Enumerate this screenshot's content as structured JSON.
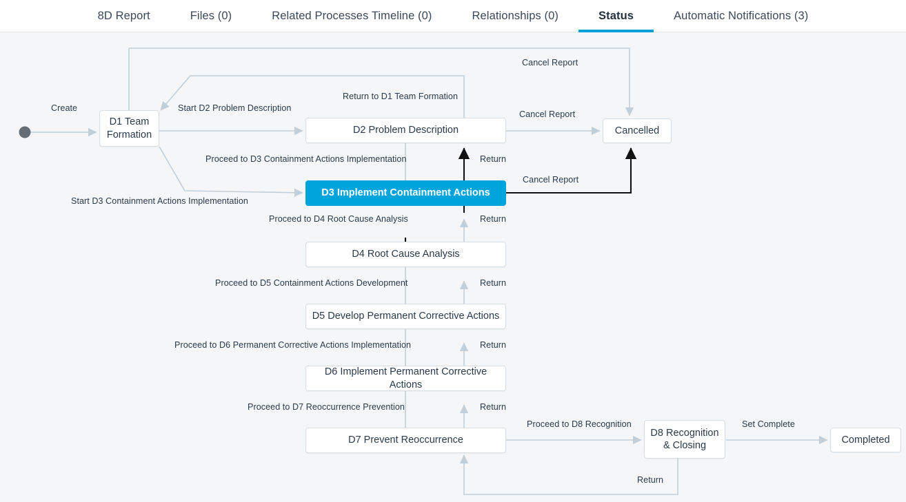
{
  "tabs": [
    {
      "label": "8D Report",
      "active": false
    },
    {
      "label": "Files (0)",
      "active": false
    },
    {
      "label": "Related Processes Timeline (0)",
      "active": false
    },
    {
      "label": "Relationships (0)",
      "active": false
    },
    {
      "label": "Status",
      "active": true
    },
    {
      "label": "Automatic Notifications (3)",
      "active": false
    }
  ],
  "colors": {
    "accent": "#00a0d8",
    "active_node": "#00a4dc",
    "edge": "#c2ced8",
    "edge_active": "#111111",
    "canvas_bg": "#f4f6f8",
    "node_border": "#d6dde3",
    "text": "#2b3a4a"
  },
  "diagram": {
    "type": "state-machine",
    "current_state": "D3 Implement Containment Actions",
    "start_marker": "start-node",
    "nodes": [
      {
        "id": "d1",
        "label": "D1 Team\nFormation",
        "active": false
      },
      {
        "id": "d2",
        "label": "D2 Problem Description",
        "active": false
      },
      {
        "id": "d3",
        "label": "D3 Implement Containment Actions",
        "active": true
      },
      {
        "id": "d4",
        "label": "D4 Root Cause Analysis",
        "active": false
      },
      {
        "id": "d5",
        "label": "D5 Develop Permanent Corrective Actions",
        "active": false
      },
      {
        "id": "d6",
        "label": "D6 Implement Permanent Corrective Actions",
        "active": false
      },
      {
        "id": "d7",
        "label": "D7 Prevent Reoccurrence",
        "active": false
      },
      {
        "id": "d8",
        "label": "D8 Recognition\n& Closing",
        "active": false
      },
      {
        "id": "cancelled",
        "label": "Cancelled",
        "active": false
      },
      {
        "id": "completed",
        "label": "Completed",
        "active": false
      }
    ],
    "edge_labels": [
      {
        "id": "create",
        "text": "Create"
      },
      {
        "id": "start_d2",
        "text": "Start D2 Problem Description"
      },
      {
        "id": "return_d1",
        "text": "Return to D1 Team Formation"
      },
      {
        "id": "cancel_top",
        "text": "Cancel Report"
      },
      {
        "id": "cancel_d2",
        "text": "Cancel Report"
      },
      {
        "id": "proceed_d3",
        "text": "Proceed to D3 Containment Actions Implementation"
      },
      {
        "id": "start_d3",
        "text": "Start D3 Containment Actions Implementation"
      },
      {
        "id": "return_d3_d2",
        "text": "Return"
      },
      {
        "id": "cancel_d3",
        "text": "Cancel Report"
      },
      {
        "id": "proceed_d4",
        "text": "Proceed to D4 Root Cause Analysis"
      },
      {
        "id": "return_d4_d3",
        "text": "Return"
      },
      {
        "id": "proceed_d5",
        "text": "Proceed to D5 Containment Actions Development"
      },
      {
        "id": "return_d5_d4",
        "text": "Return"
      },
      {
        "id": "proceed_d6",
        "text": "Proceed to D6 Permanent Corrective Actions Implementation"
      },
      {
        "id": "return_d6_d5",
        "text": "Return"
      },
      {
        "id": "proceed_d7",
        "text": "Proceed to D7 Reoccurrence Prevention"
      },
      {
        "id": "return_d7_d6",
        "text": "Return"
      },
      {
        "id": "proceed_d8",
        "text": "Proceed to D8 Recognition"
      },
      {
        "id": "return_d8_d7",
        "text": "Return"
      },
      {
        "id": "set_complete",
        "text": "Set Complete"
      }
    ]
  }
}
